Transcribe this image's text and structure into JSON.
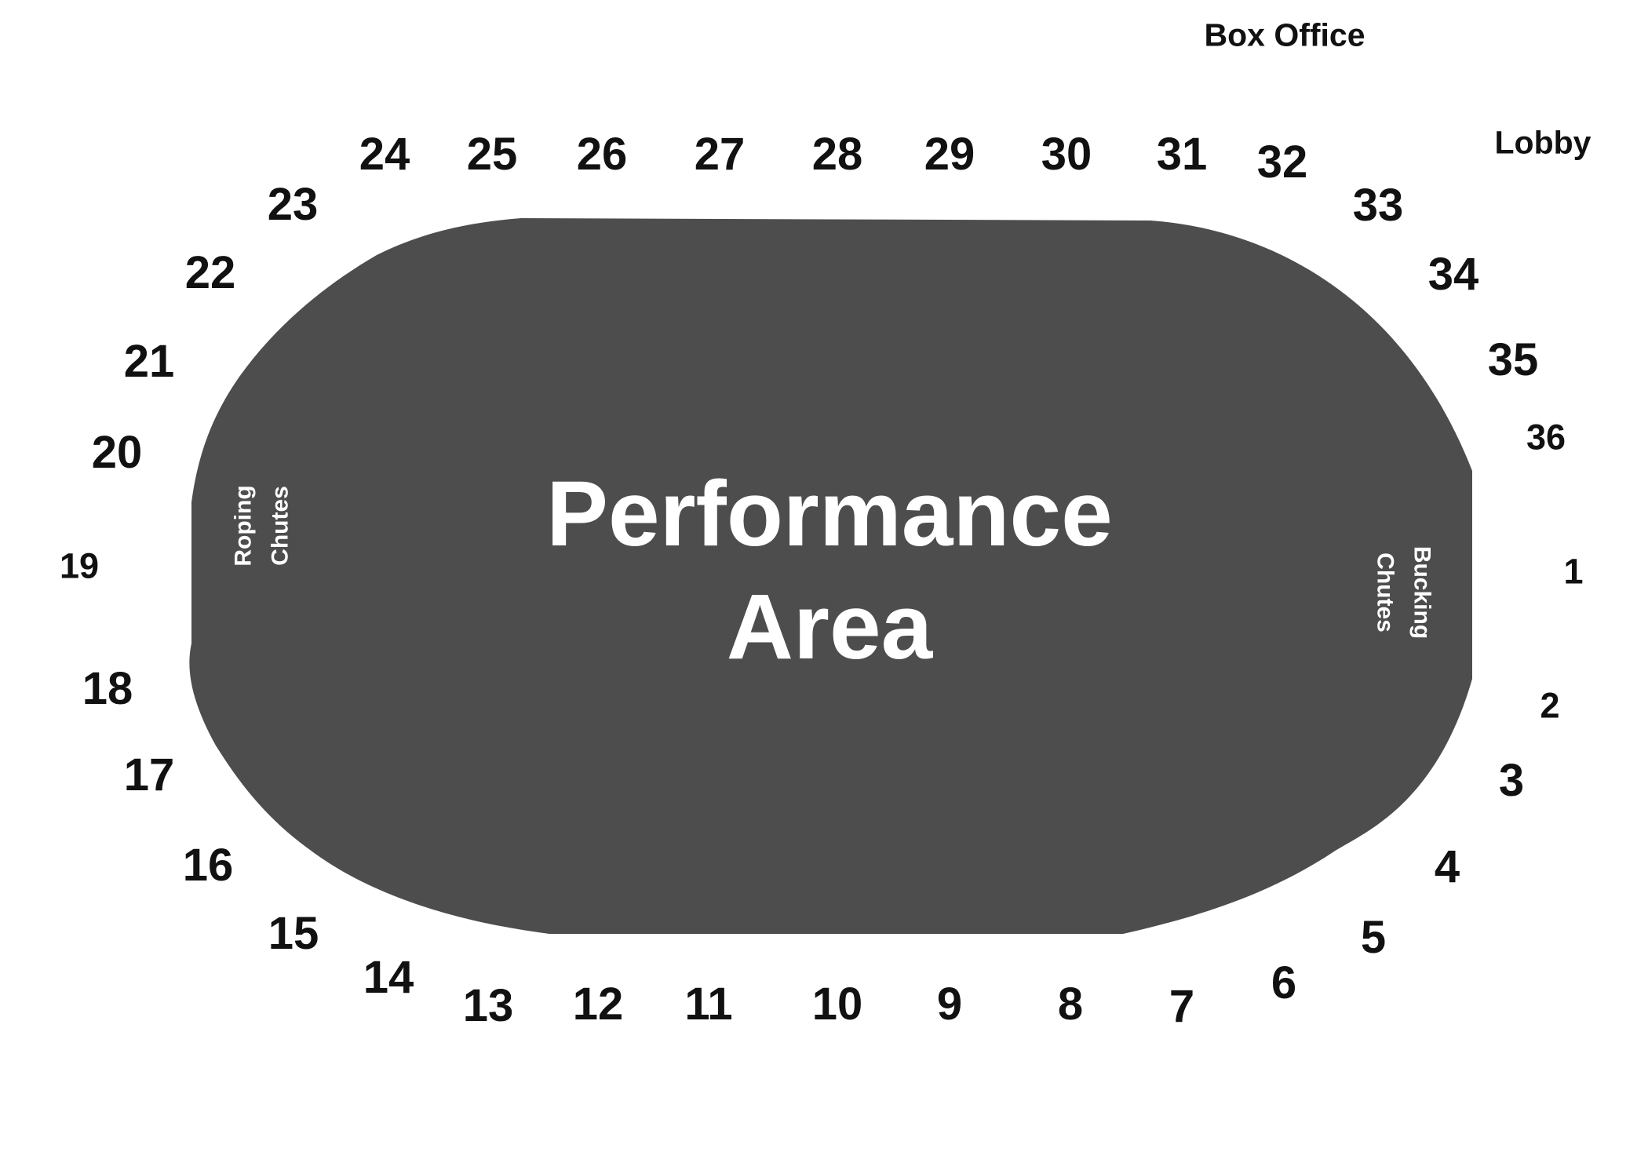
{
  "colors": {
    "arena_fill": "#4d4d4d",
    "background": "#ffffff",
    "label_text": "#111111",
    "arena_text": "#ffffff"
  },
  "landmarks": {
    "box_office": "Box Office",
    "lobby": "Lobby"
  },
  "arena": {
    "title_line1": "Performance",
    "title_line2": "Area",
    "roping_chutes": [
      "Roping",
      "Chutes"
    ],
    "bucking_chutes": [
      "Bucking",
      "Chutes"
    ]
  },
  "sections": [
    "1",
    "2",
    "3",
    "4",
    "5",
    "6",
    "7",
    "8",
    "9",
    "10",
    "11",
    "12",
    "13",
    "14",
    "15",
    "16",
    "17",
    "18",
    "19",
    "20",
    "21",
    "22",
    "23",
    "24",
    "25",
    "26",
    "27",
    "28",
    "29",
    "30",
    "31",
    "32",
    "33",
    "34",
    "35",
    "36"
  ]
}
